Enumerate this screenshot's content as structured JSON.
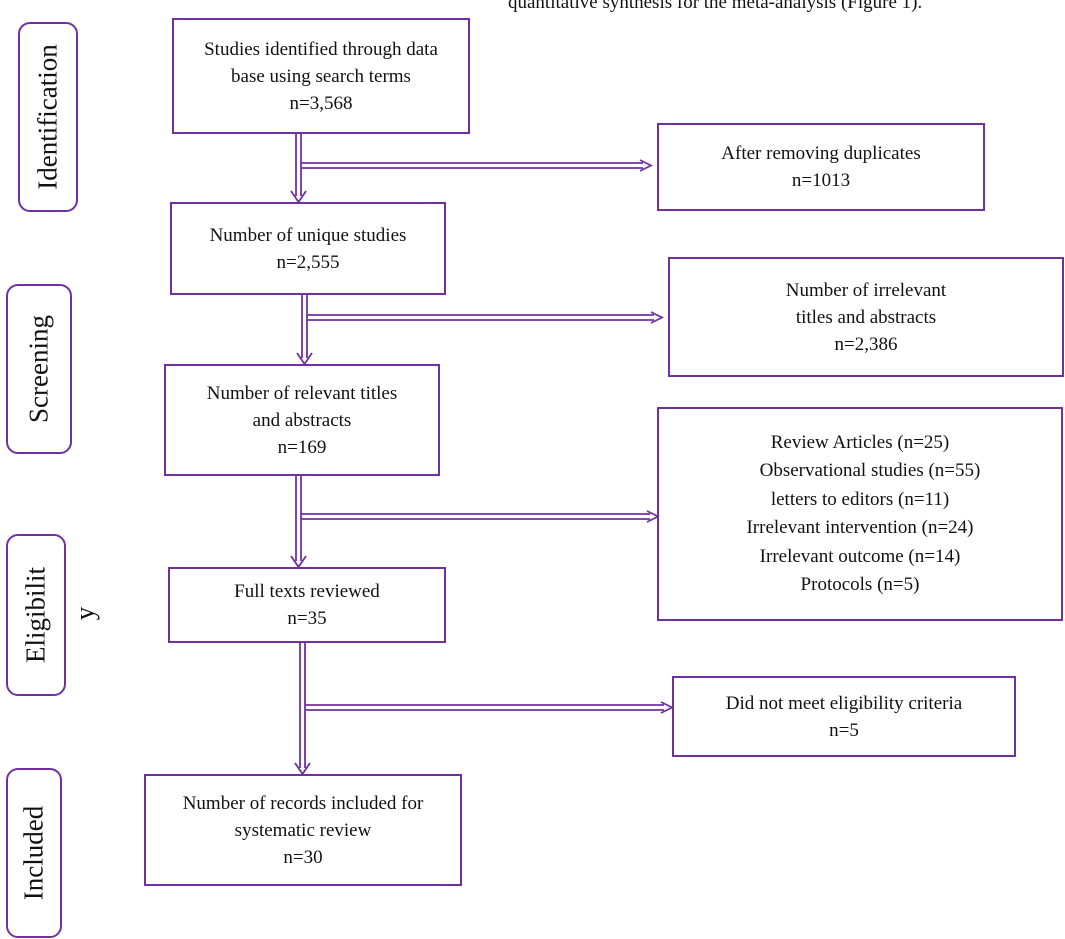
{
  "caption": "quantitative synthesis for the meta-analysis (Figure 1).",
  "stages": {
    "identification": "Identification",
    "screening": "Screening",
    "eligibility": "Eligibilit",
    "eligibility_tail": "y",
    "included": "Included"
  },
  "boxes": {
    "identified": [
      "Studies identified through data",
      "base using search terms",
      "n=3,568"
    ],
    "duplicates": [
      "After removing duplicates",
      "n=1013"
    ],
    "unique": [
      "Number of unique studies",
      "n=2,555"
    ],
    "irrelevant": [
      "Number of irrelevant",
      "titles and abstracts",
      "n=2,386"
    ],
    "relevant": [
      "Number of relevant titles",
      "and abstracts",
      "n=169"
    ],
    "excluded_reasons": [
      "Review Articles (n=25)",
      "Observational studies (n=55)",
      "letters to editors (n=11)",
      "Irrelevant intervention (n=24)",
      "Irrelevant outcome (n=14)",
      "Protocols (n=5)"
    ],
    "full_texts": [
      "Full texts reviewed",
      "n=35"
    ],
    "not_eligible": [
      "Did not meet eligibility criteria",
      "n=5"
    ],
    "included": [
      "Number of records included for",
      "systematic review",
      "n=30"
    ]
  },
  "colors": {
    "border": "#7030a0",
    "text": "#111111"
  }
}
